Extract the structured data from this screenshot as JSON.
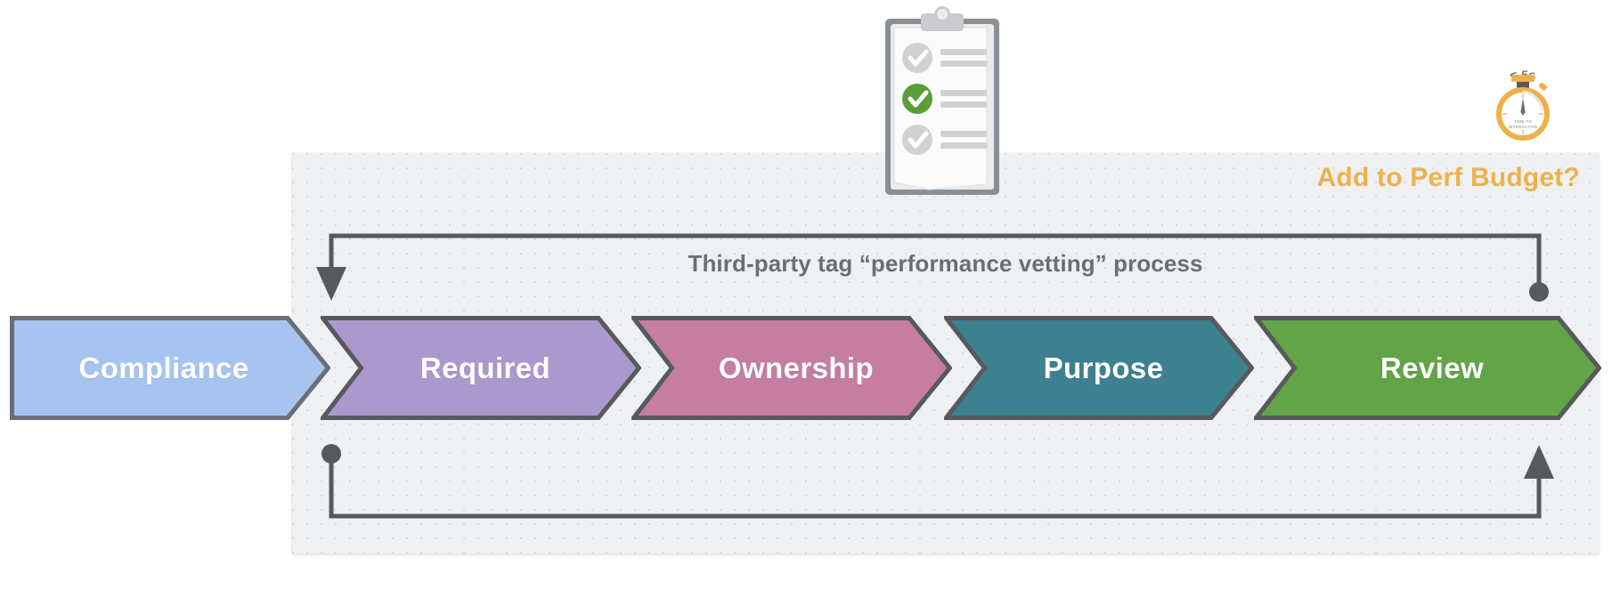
{
  "panel": {
    "title": "Add to Perf Budget?",
    "title_color": "#eeb14a",
    "background_color": "#eef0f2",
    "caption": "Third-party tag “performance vetting” process"
  },
  "process": {
    "steps": [
      {
        "label": "Compliance",
        "fill": "#a7c4f0",
        "stroke": "#6b6e73"
      },
      {
        "label": "Required",
        "fill": "#ab98cd",
        "stroke": "#57595c"
      },
      {
        "label": "Ownership",
        "fill": "#c57da1",
        "stroke": "#57595c"
      },
      {
        "label": "Purpose",
        "fill": "#3d808f",
        "stroke": "#57595c"
      },
      {
        "label": "Review",
        "fill": "#62a448",
        "stroke": "#57595c"
      }
    ]
  },
  "connectors": {
    "stroke": "#57595c",
    "top_loop_label": "feedback-loop-top",
    "bottom_loop_label": "feedback-loop-bottom"
  },
  "clipboard": {
    "name": "compliance-checklist-clipboard",
    "checked_item_index": 1,
    "item_count": 3,
    "checked_color": "#5a9e3a",
    "unchecked_color": "#c9cbce"
  },
  "stopwatch": {
    "threshold_label": "< 5s",
    "face_line_1": "TIME-TO",
    "face_line_2": "INTERACTIVE",
    "color": "#eeb14a"
  }
}
